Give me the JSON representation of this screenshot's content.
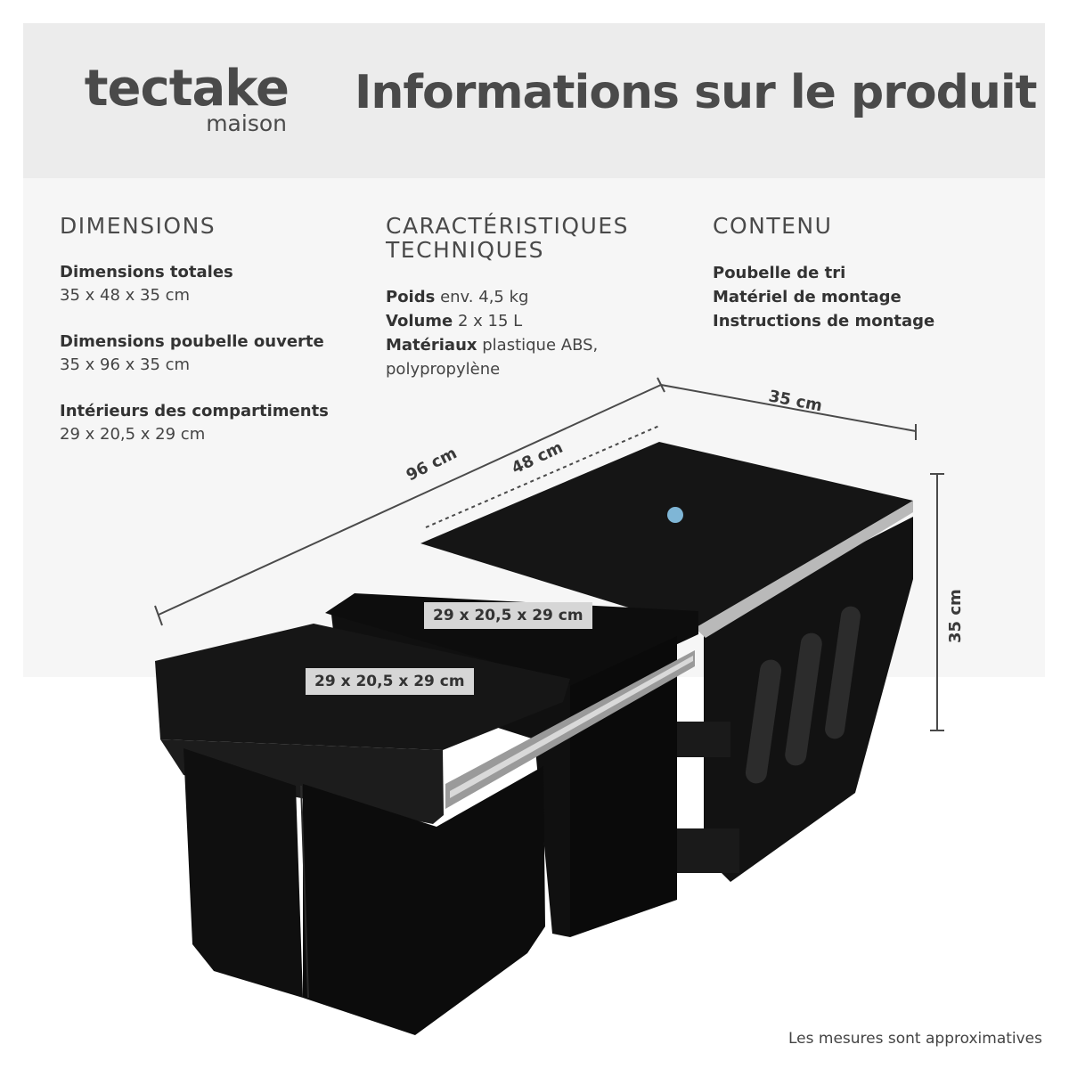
{
  "header": {
    "brand": "tectake",
    "brand_sub": "maison",
    "title": "Informations sur le produit"
  },
  "dimensions": {
    "heading": "DIMENSIONS",
    "items": [
      {
        "label": "Dimensions totales",
        "value": "35 x 48 x 35 cm"
      },
      {
        "label": "Dimensions poubelle ouverte",
        "value": "35 x 96 x 35 cm"
      },
      {
        "label": "Intérieurs des compartiments",
        "value": "29 x 20,5 x 29 cm"
      }
    ]
  },
  "technical": {
    "heading_line1": "CARACTÉRISTIQUES",
    "heading_line2": "TECHNIQUES",
    "weight_label": "Poids",
    "weight_value": "env. 4,5 kg",
    "volume_label": "Volume",
    "volume_value": "2 x 15 L",
    "material_label": "Matériaux",
    "material_value": "plastique ABS,",
    "material_value_2": "polypropylène"
  },
  "contents": {
    "heading": "CONTENU",
    "items": [
      "Poubelle de tri",
      "Matériel de montage",
      "Instructions de montage"
    ]
  },
  "diagram": {
    "label_96": "96 cm",
    "label_48": "48 cm",
    "label_35_top": "35 cm",
    "label_35_side": "35 cm",
    "compartment_back": "29 x 20,5 x 29 cm",
    "compartment_front": "29 x 20,5 x 29 cm"
  },
  "footnote": "Les mesures sont approximatives",
  "colors": {
    "header_bg": "#ececec",
    "panel_bg": "#f6f6f6",
    "product": "#111111",
    "text": "#3a3a3a"
  }
}
